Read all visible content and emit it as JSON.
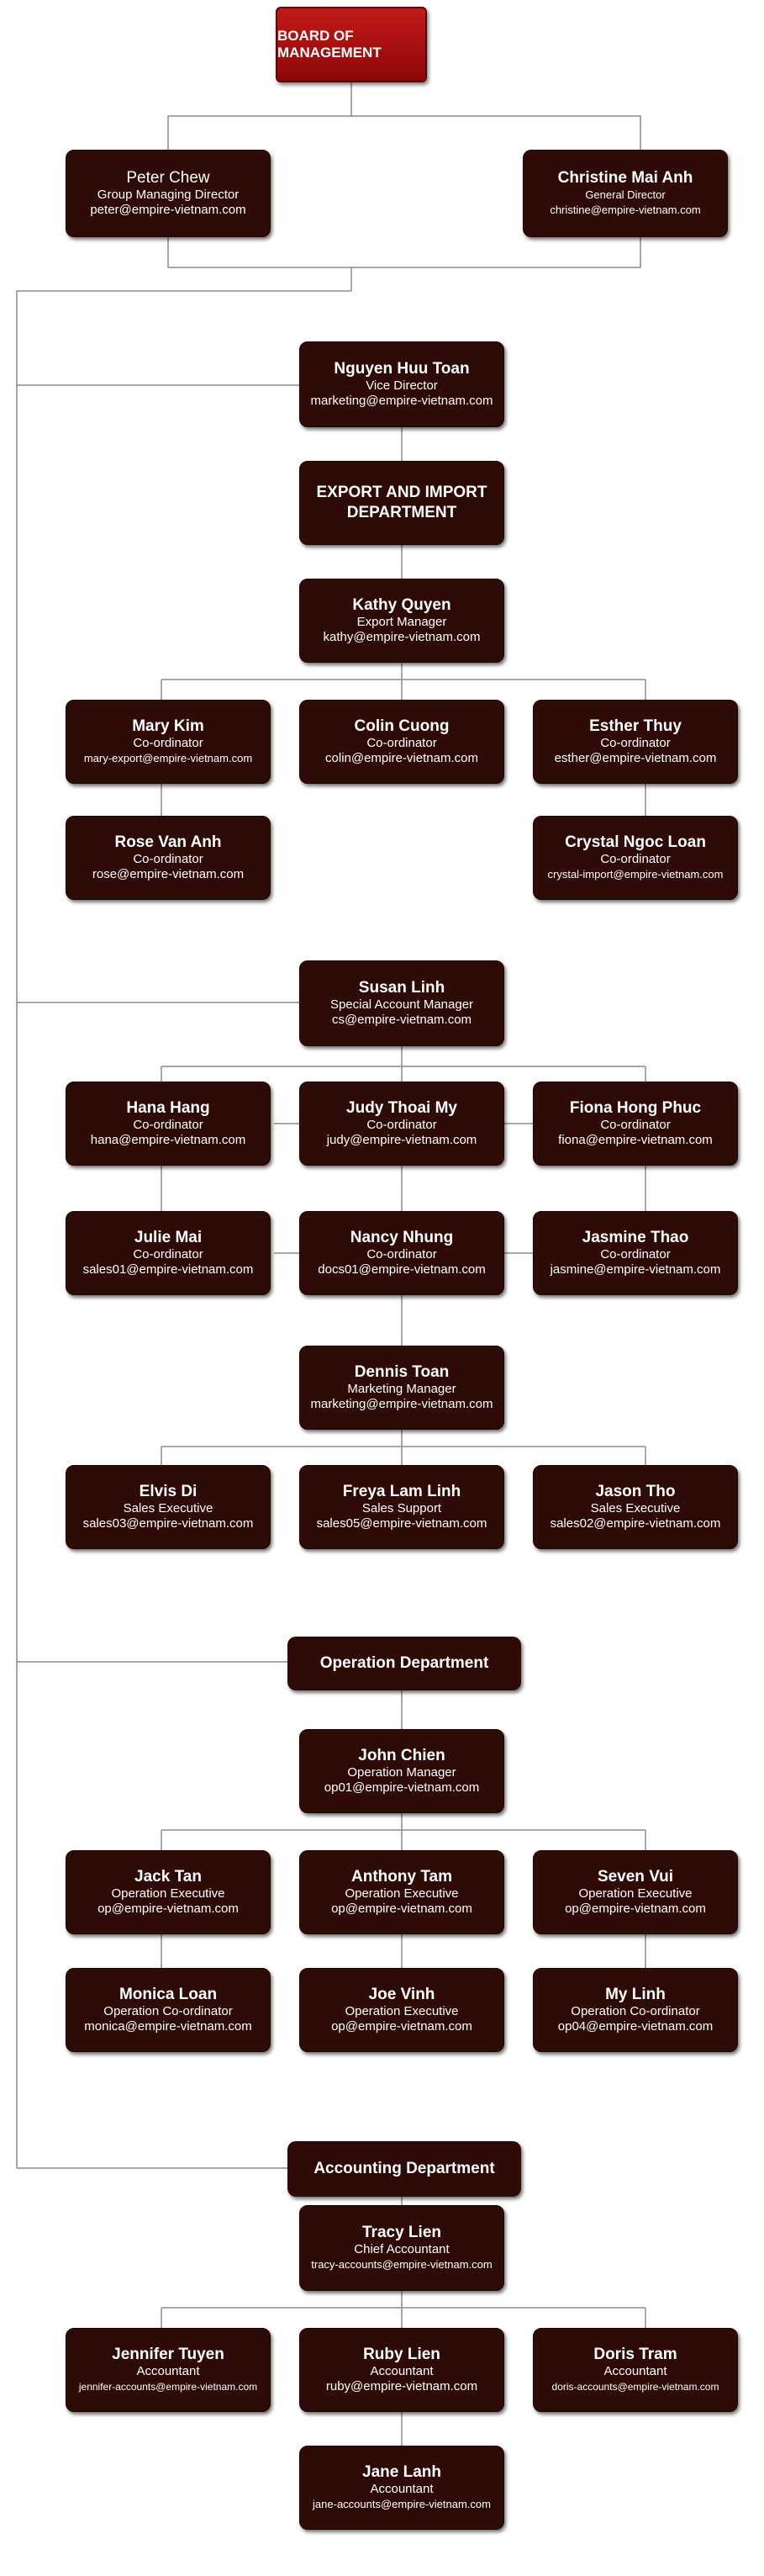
{
  "board": {
    "title": "BOARD OF MANAGEMENT"
  },
  "directors": [
    {
      "name": "Peter Chew",
      "role": "Group Managing Director",
      "email": "peter@empire-vietnam.com"
    },
    {
      "name": "Christine Mai Anh",
      "role": "General Director",
      "email": "christine@empire-vietnam.com"
    }
  ],
  "vice_director": {
    "name": "Nguyen Huu Toan",
    "role": "Vice Director",
    "email": "marketing@empire-vietnam.com"
  },
  "export_import": {
    "title": "EXPORT AND IMPORT DEPARTMENT",
    "manager": {
      "name": "Kathy Quyen",
      "role": "Export Manager",
      "email": "kathy@empire-vietnam.com"
    },
    "staff": [
      {
        "name": "Mary Kim",
        "role": "Co-ordinator",
        "email": "mary-export@empire-vietnam.com"
      },
      {
        "name": "Colin Cuong",
        "role": "Co-ordinator",
        "email": "colin@empire-vietnam.com"
      },
      {
        "name": "Esther Thuy",
        "role": "Co-ordinator",
        "email": "esther@empire-vietnam.com"
      },
      {
        "name": "Rose Van Anh",
        "role": "Co-ordinator",
        "email": "rose@empire-vietnam.com"
      },
      {
        "name": "Crystal Ngoc Loan",
        "role": "Co-ordinator",
        "email": "crystal-import@empire-vietnam.com"
      }
    ]
  },
  "special": {
    "manager": {
      "name": "Susan Linh",
      "role": "Special Account Manager",
      "email": "cs@empire-vietnam.com"
    },
    "staff": [
      {
        "name": "Hana Hang",
        "role": "Co-ordinator",
        "email": "hana@empire-vietnam.com"
      },
      {
        "name": "Judy Thoai My",
        "role": "Co-ordinator",
        "email": "judy@empire-vietnam.com"
      },
      {
        "name": "Fiona Hong Phuc",
        "role": "Co-ordinator",
        "email": "fiona@empire-vietnam.com"
      },
      {
        "name": "Julie Mai",
        "role": "Co-ordinator",
        "email": "sales01@empire-vietnam.com"
      },
      {
        "name": "Nancy Nhung",
        "role": "Co-ordinator",
        "email": "docs01@empire-vietnam.com"
      },
      {
        "name": "Jasmine Thao",
        "role": "Co-ordinator",
        "email": "jasmine@empire-vietnam.com"
      }
    ]
  },
  "marketing": {
    "manager": {
      "name": "Dennis Toan",
      "role": "Marketing Manager",
      "email": "marketing@empire-vietnam.com"
    },
    "staff": [
      {
        "name": "Elvis Di",
        "role": "Sales Executive",
        "email": "sales03@empire-vietnam.com"
      },
      {
        "name": "Freya Lam Linh",
        "role": "Sales Support",
        "email": "sales05@empire-vietnam.com"
      },
      {
        "name": "Jason Tho",
        "role": "Sales Executive",
        "email": "sales02@empire-vietnam.com"
      }
    ]
  },
  "operation": {
    "title": "Operation Department",
    "manager": {
      "name": "John Chien",
      "role": "Operation Manager",
      "email": "op01@empire-vietnam.com"
    },
    "staff": [
      {
        "name": "Jack Tan",
        "role": "Operation  Executive",
        "email": "op@empire-vietnam.com"
      },
      {
        "name": "Anthony Tam",
        "role": "Operation  Executive",
        "email": "op@empire-vietnam.com"
      },
      {
        "name": "Seven Vui",
        "role": "Operation  Executive",
        "email": "op@empire-vietnam.com"
      },
      {
        "name": "Monica Loan",
        "role": "Operation Co-ordinator",
        "email": "monica@empire-vietnam.com"
      },
      {
        "name": "Joe Vinh",
        "role": "Operation  Executive",
        "email": "op@empire-vietnam.com"
      },
      {
        "name": "My Linh",
        "role": "Operation Co-ordinator",
        "email": "op04@empire-vietnam.com"
      }
    ]
  },
  "accounting": {
    "title": "Accounting Department",
    "manager": {
      "name": "Tracy Lien",
      "role": "Chief Accountant",
      "email": "tracy-accounts@empire-vietnam.com"
    },
    "staff": [
      {
        "name": "Jennifer Tuyen",
        "role": "Accountant",
        "email": "jennifer-accounts@empire-vietnam.com"
      },
      {
        "name": "Ruby Lien",
        "role": "Accountant",
        "email": "ruby@empire-vietnam.com"
      },
      {
        "name": "Doris Tram",
        "role": "Accountant",
        "email": "doris-accounts@empire-vietnam.com"
      },
      {
        "name": "Jane Lanh",
        "role": "Accountant",
        "email": "jane-accounts@empire-vietnam.com"
      }
    ]
  },
  "colors": {
    "box": "#2e0b07",
    "board_top": "#c31a1a",
    "board_bottom": "#8d0707",
    "line": "#8a8a8a"
  }
}
